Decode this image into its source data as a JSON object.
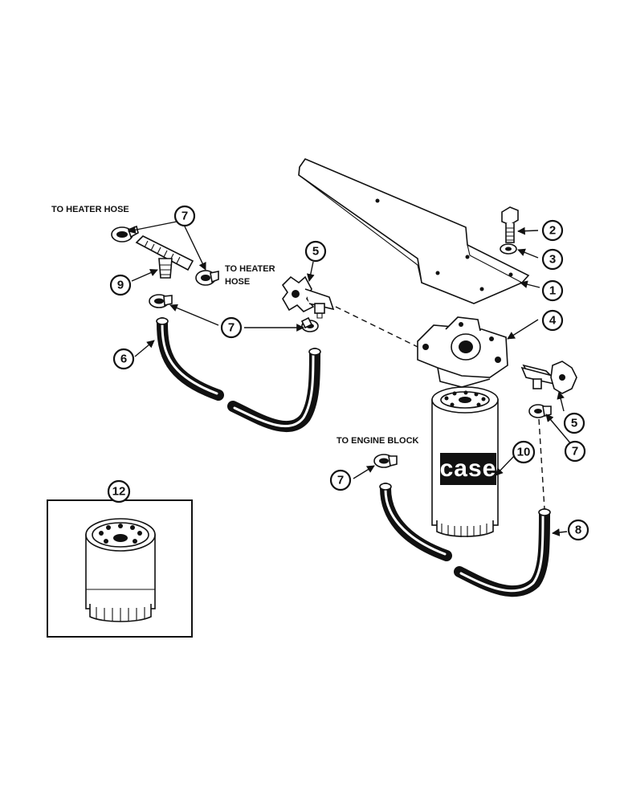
{
  "notes": {
    "heater_hose_left": "TO HEATER HOSE",
    "heater_hose_right_line1": "TO HEATER",
    "heater_hose_right_line2": "HOSE",
    "engine_block": "TO ENGINE BLOCK"
  },
  "callouts": {
    "c1": "1",
    "c2": "2",
    "c3": "3",
    "c4": "4",
    "c5a": "5",
    "c5b": "5",
    "c6": "6",
    "c7a": "7",
    "c7b": "7",
    "c7c": "7",
    "c7d": "7",
    "c8": "8",
    "c9": "9",
    "c10": "10",
    "c12": "12"
  },
  "logo": {
    "text": "case"
  },
  "colors": {
    "ink": "#111111",
    "paper": "#ffffff"
  }
}
